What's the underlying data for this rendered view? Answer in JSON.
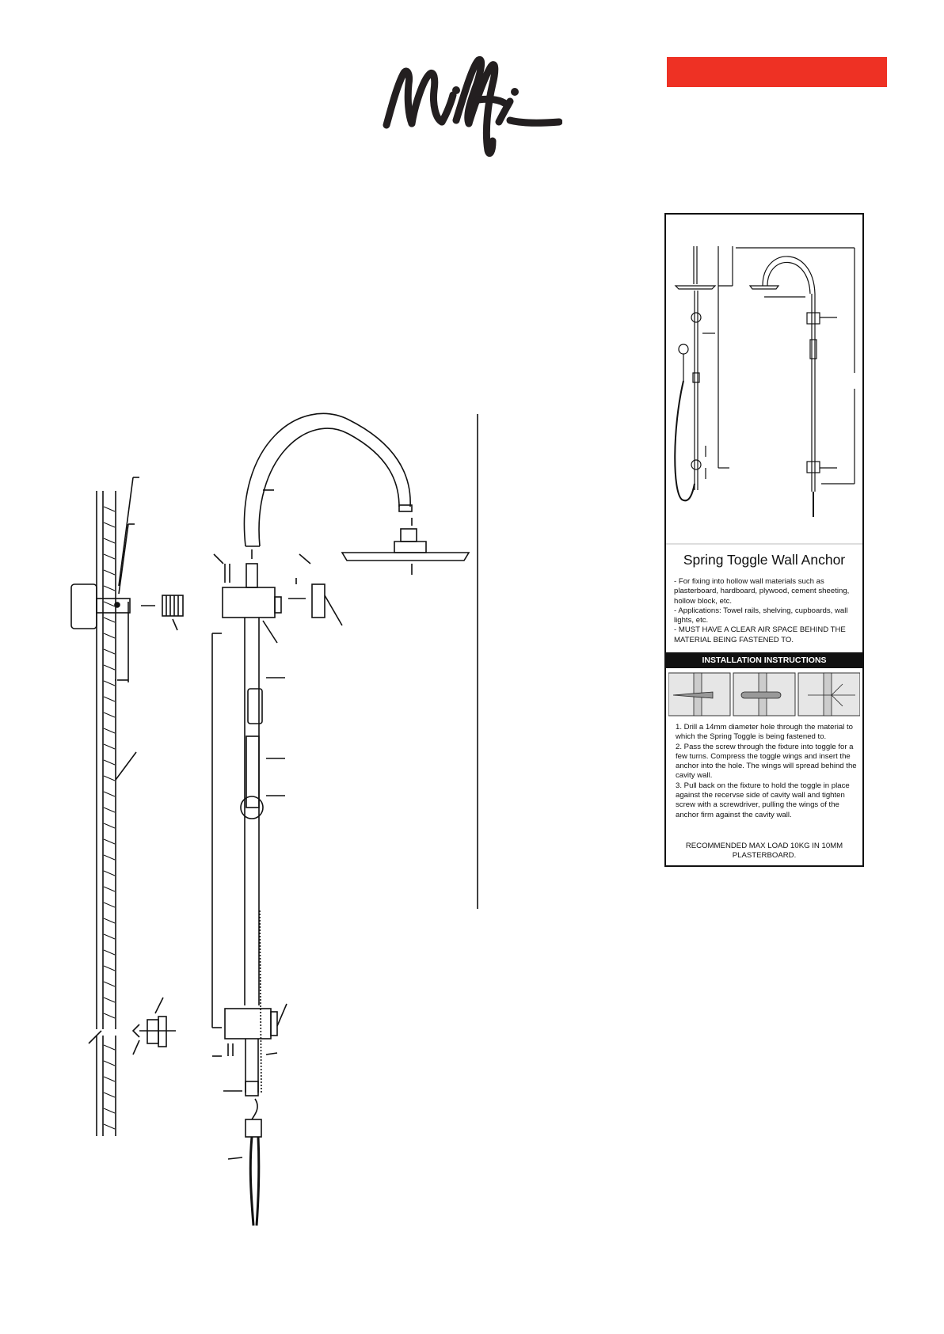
{
  "brand": {
    "logo_name": "Milli",
    "accent_color": "#ee3124"
  },
  "anchor_card": {
    "title": "Spring Toggle Wall Anchor",
    "bullets": [
      "- For fixing into hollow wall materials such as plasterboard, hardboard, plywood, cement sheeting, hollow block, etc.",
      "- Applications: Towel rails, shelving, cupboards, wall lights, etc.",
      "- MUST HAVE A CLEAR AIR SPACE BEHIND THE MATERIAL BEING FASTENED TO."
    ],
    "installation_heading": "INSTALLATION INSTRUCTIONS",
    "steps": [
      "1. Drill a 14mm diameter hole through the material to which the Spring Toggle is being fastened to.",
      "2. Pass the screw through the fixture into toggle for a few turns. Compress the toggle wings and insert the anchor into the hole. The wings will spread behind the cavity wall.",
      "3. Pull back on the fixture to hold the toggle in place against the recervse side of cavity wall and tighten screw with a screwdriver, pulling the wings of the anchor firm against the cavity wall."
    ],
    "max_load": "RECOMMENDED MAX LOAD 10KG IN 10MM PLASTERBOARD."
  }
}
